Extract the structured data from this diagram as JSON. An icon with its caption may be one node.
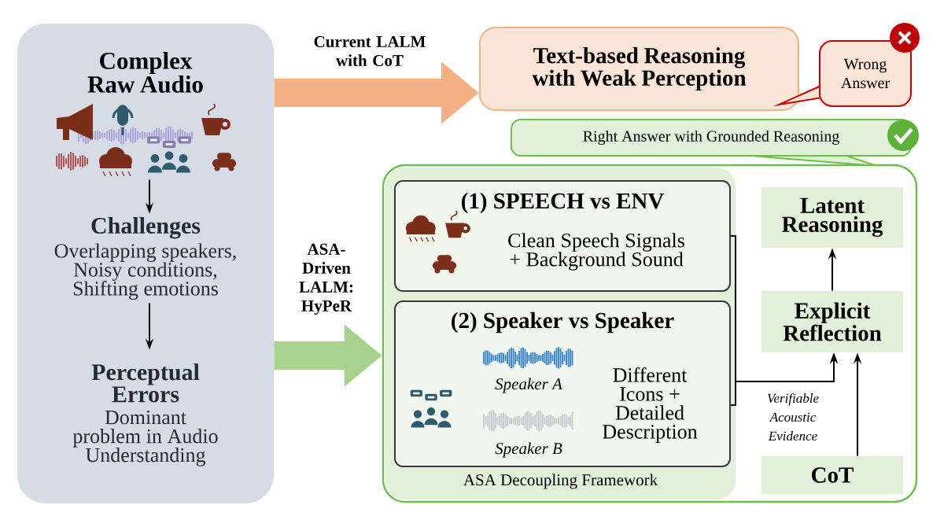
{
  "diagram": {
    "nodes": [
      {
        "text": [
          "Complex Raw Audio"
        ]
      },
      {
        "text": [],
        "shape": "picture",
        "in": 0
      },
      {
        "text": [
          "Challenges",
          "Overlapping speakers, Noisy conditions, Shifting emotions"
        ],
        "in": 0
      },
      {
        "text": [
          "Perceptual Errors",
          "Dominant problem in Audio Understanding"
        ],
        "in": 0
      },
      {
        "text": [
          "Text-based Reasoning with Weak Perception"
        ]
      },
      {
        "text": [
          "Wrong Answer"
        ]
      },
      {
        "text": [
          "Right Answer with Grounded Reasoning"
        ]
      },
      {
        "text": [],
        "shape": "box"
      },
      {
        "text": [
          "ASA Decoupling Framework"
        ],
        "in": 7
      },
      {
        "text": [
          "(1) SPEECH vs ENV",
          "Clean Speech Signals + Background Sound"
        ],
        "in": 8
      },
      {
        "text": [
          "(2) Speaker vs Speaker",
          "Speaker A",
          "Speaker B",
          "Different Icons + Detailed Description"
        ],
        "in": 8
      },
      {
        "text": [
          "Latent Reasoning"
        ],
        "in": 7
      },
      {
        "text": [
          "Explicit Reflection"
        ],
        "in": 7
      },
      {
        "text": [
          "CoT"
        ],
        "in": 7
      }
    ],
    "edges": [
      {
        "from": 0,
        "to": 4,
        "arrow": "to",
        "label": "Current LALM with CoT",
        "style": "thick",
        "color": "#f4b183"
      },
      {
        "from": 0,
        "to": 7,
        "arrow": "to",
        "label": "ASA-Driven LALM: HyPeR",
        "style": "thick",
        "color": "#a9d18e"
      },
      {
        "from": 1,
        "to": 2,
        "arrow": "to"
      },
      {
        "from": 2,
        "to": 3,
        "arrow": "to"
      },
      {
        "from": 9,
        "to": 12,
        "arrow": "to"
      },
      {
        "from": 10,
        "to": 12,
        "arrow": "to",
        "label": "Verifiable Acoustic Evidence"
      },
      {
        "from": 13,
        "to": 12,
        "arrow": "to"
      },
      {
        "from": 12,
        "to": 11,
        "arrow": "to"
      }
    ]
  }
}
